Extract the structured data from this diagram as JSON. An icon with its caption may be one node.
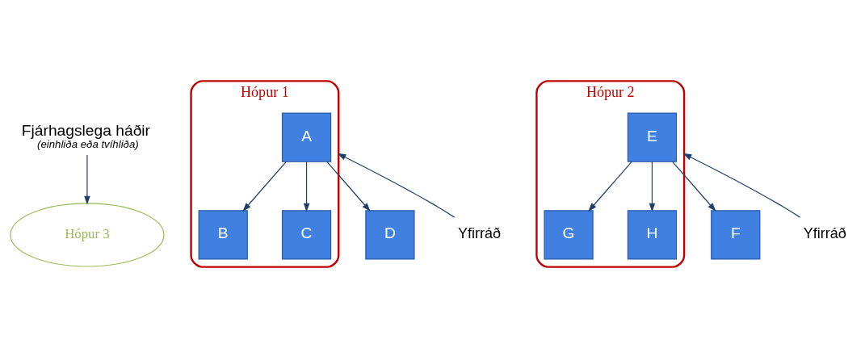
{
  "diagram": {
    "nodes": [
      {
        "text": [
          "Fjárhagslega háðir",
          "(einhliða eða tvíhliða)"
        ]
      },
      {
        "text": [
          "Hópur 1"
        ]
      },
      {
        "text": [
          "A"
        ],
        "in": 1
      },
      {
        "text": [
          "B"
        ],
        "in": 1
      },
      {
        "text": [
          "C"
        ],
        "in": 1
      },
      {
        "text": [
          "D"
        ]
      },
      {
        "text": [
          "Hópur 2"
        ]
      },
      {
        "text": [
          "E"
        ],
        "in": 6
      },
      {
        "text": [
          "F"
        ]
      },
      {
        "text": [
          "G"
        ],
        "in": 6
      },
      {
        "text": [
          "H"
        ],
        "in": 6
      },
      {
        "text": [
          "Hópur 3"
        ]
      },
      {
        "text": [
          "Yfirráð"
        ]
      },
      {
        "text": [
          "Yfirráð"
        ]
      }
    ],
    "edges": [
      {
        "from": 2,
        "to": 3,
        "arrow": "to"
      },
      {
        "from": 2,
        "to": 4,
        "arrow": "to"
      },
      {
        "from": 2,
        "to": 5,
        "arrow": "to"
      },
      {
        "from": 7,
        "to": 8,
        "arrow": "to"
      },
      {
        "from": 7,
        "to": 9,
        "arrow": "to"
      },
      {
        "from": 7,
        "to": 10,
        "arrow": "to"
      },
      {
        "from": 0,
        "to": 11,
        "arrow": "to"
      },
      {
        "from": 12,
        "to": 1,
        "arrow": "to"
      },
      {
        "from": 13,
        "to": 6,
        "arrow": "to"
      }
    ]
  }
}
